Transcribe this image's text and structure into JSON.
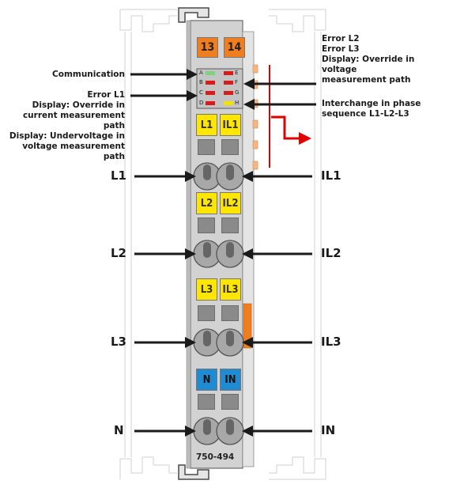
{
  "terminals_top": {
    "t13": "13",
    "t14": "14"
  },
  "leds": [
    {
      "letter": "A",
      "color": "#7fd07f"
    },
    {
      "letter": "B",
      "color": "#d81c1c"
    },
    {
      "letter": "C",
      "color": "#d81c1c"
    },
    {
      "letter": "D",
      "color": "#d81c1c"
    },
    {
      "letter": "E",
      "color": "#d81c1c"
    },
    {
      "letter": "F",
      "color": "#d81c1c"
    },
    {
      "letter": "G",
      "color": "#d81c1c"
    },
    {
      "letter": "H",
      "color": "#f2e200"
    }
  ],
  "left_annotations": {
    "communication": "Communication",
    "error_l1": "Error L1",
    "override_current": "Display: Override in",
    "override_current_2": "current measurement path",
    "undervoltage": "Display: Undervoltage in",
    "undervoltage_2": "voltage measurement",
    "undervoltage_3": "path"
  },
  "right_annotations": {
    "error_l2": "Error L2",
    "error_l3": "Error L3",
    "override_voltage": "Display: Override in voltage",
    "override_voltage_2": "measurement path",
    "interchange": "Interchange in phase",
    "interchange_2": "sequence L1-L2-L3"
  },
  "channels": [
    {
      "left_label": "L1",
      "right_label": "IL1",
      "left_tag": "L1",
      "right_tag": "IL1",
      "color": "#ffe600",
      "text_color": "#333333"
    },
    {
      "left_label": "L2",
      "right_label": "IL2",
      "left_tag": "L2",
      "right_tag": "IL2",
      "color": "#ffe600",
      "text_color": "#333333"
    },
    {
      "left_label": "L3",
      "right_label": "IL3",
      "left_tag": "L3",
      "right_tag": "IL3",
      "color": "#ffe600",
      "text_color": "#333333"
    },
    {
      "left_label": "N",
      "right_label": "IN",
      "left_tag": "N",
      "right_tag": "IN",
      "color": "#1e8bd2",
      "text_color": "#111111"
    }
  ],
  "module_number": "750-494",
  "colors": {
    "orange": "#f07d1e",
    "module_gray": "#d2d2d2",
    "arrow_red": "#e00000"
  }
}
